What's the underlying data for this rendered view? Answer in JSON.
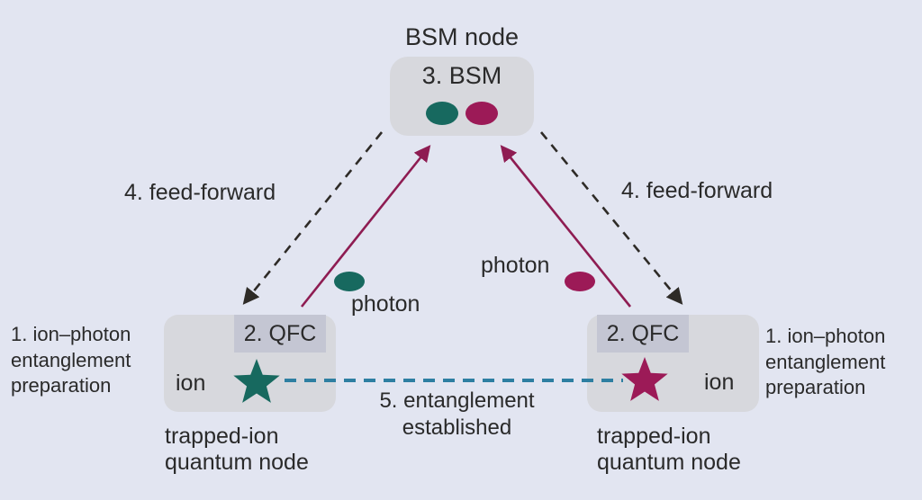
{
  "colors": {
    "background": "#e2e5f1",
    "node_box": "#d7d8dd",
    "qfc_box": "#c4c6d3",
    "teal": "#17695f",
    "magenta": "#9c1a57",
    "arrow_magenta": "#8e1c52",
    "arrow_dark": "#2e2b27",
    "entanglement_link": "#2e7fa2",
    "text": "#2a2a2a"
  },
  "bsm": {
    "title": "BSM node",
    "box_label": "3. BSM"
  },
  "labels": {
    "feed_forward_left": "4. feed-forward",
    "feed_forward_right": "4. feed-forward",
    "photon_left": "photon",
    "photon_right": "photon",
    "entanglement_line1": "5. entanglement",
    "entanglement_line2": "established"
  },
  "left_node": {
    "qfc_label": "2. QFC",
    "ion_label": "ion",
    "caption_line1": "trapped-ion",
    "caption_line2": "quantum node",
    "note_line1": "1. ion–photon",
    "note_line2": "entanglement",
    "note_line3": "preparation"
  },
  "right_node": {
    "qfc_label": "2. QFC",
    "ion_label": "ion",
    "caption_line1": "trapped-ion",
    "caption_line2": "quantum node",
    "note_line1": "1. ion–photon",
    "note_line2": "entanglement",
    "note_line3": "preparation"
  }
}
